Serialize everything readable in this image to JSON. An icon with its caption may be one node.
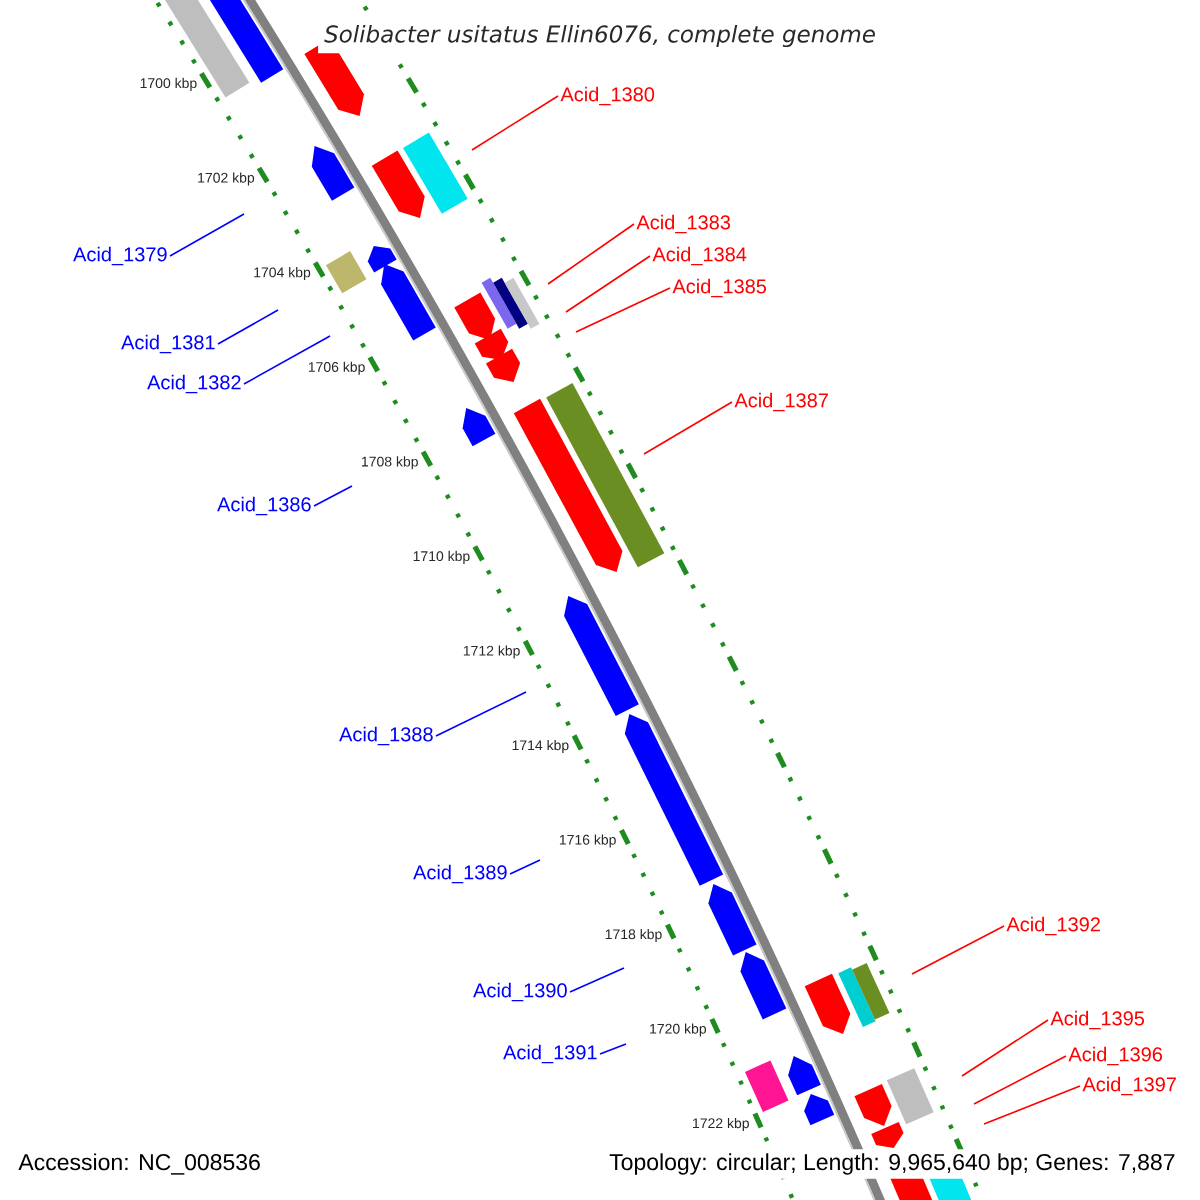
{
  "diagram": {
    "title": "Solibacter usitatus Ellin6076, complete genome",
    "nodes": [
      {
        "text": [
          "Acid_1379"
        ]
      },
      {
        "text": [
          "Acid_1380"
        ]
      },
      {
        "text": [
          "Acid_1381"
        ]
      },
      {
        "text": [
          "Acid_1382"
        ]
      },
      {
        "text": [
          "Acid_1383"
        ]
      },
      {
        "text": [
          "Acid_1384"
        ]
      },
      {
        "text": [
          "Acid_1385"
        ]
      },
      {
        "text": [
          "Acid_1386"
        ]
      },
      {
        "text": [
          "Acid_1387"
        ]
      },
      {
        "text": [
          "Acid_1388"
        ]
      },
      {
        "text": [
          "Acid_1389"
        ]
      },
      {
        "text": [
          "Acid_1390"
        ]
      },
      {
        "text": [
          "Acid_1391"
        ]
      },
      {
        "text": [
          "Acid_1392"
        ]
      },
      {
        "text": [
          "Acid_1395"
        ]
      },
      {
        "text": [
          "Acid_1396"
        ]
      },
      {
        "text": [
          "Acid_1397"
        ]
      }
    ],
    "edges": [
      {
        "from": 0,
        "to": null,
        "arrow": "none",
        "color": "#0000ff"
      },
      {
        "from": 1,
        "to": null,
        "arrow": "none"
      },
      {
        "from": 2,
        "to": null,
        "arrow": "none",
        "color": "#0000ff"
      },
      {
        "from": 3,
        "to": null,
        "arrow": "none",
        "color": "#0000ff"
      },
      {
        "from": 4,
        "to": null,
        "arrow": "none"
      },
      {
        "from": 5,
        "to": null,
        "arrow": "none"
      },
      {
        "from": 6,
        "to": null,
        "arrow": "none"
      },
      {
        "from": 7,
        "to": null,
        "arrow": "none",
        "color": "#0000ff"
      },
      {
        "from": 8,
        "to": null,
        "arrow": "none"
      },
      {
        "from": 9,
        "to": null,
        "arrow": "none",
        "color": "#0000ff"
      },
      {
        "from": 10,
        "to": null,
        "arrow": "none",
        "color": "#0000ff"
      },
      {
        "from": 11,
        "to": null,
        "arrow": "none",
        "color": "#0000ff"
      },
      {
        "from": 12,
        "to": null,
        "arrow": "none",
        "color": "#0000ff"
      },
      {
        "from": 13,
        "to": null,
        "arrow": "none"
      },
      {
        "from": 14,
        "to": null,
        "arrow": "none"
      },
      {
        "from": 15,
        "to": null,
        "arrow": "none"
      },
      {
        "from": 16,
        "to": null,
        "arrow": "none"
      }
    ],
    "labels": [
      "1700 kbp",
      "1702 kbp",
      "1704 kbp",
      "1706 kbp",
      "1708 kbp",
      "1710 kbp",
      "1712 kbp",
      "1714 kbp",
      "1716 kbp",
      "1718 kbp",
      "1720 kbp",
      "1722 kbp",
      "Accession: NC_008536",
      "Topology: circular; Length: 9,965,640 bp; Genes: 7,887"
    ]
  }
}
